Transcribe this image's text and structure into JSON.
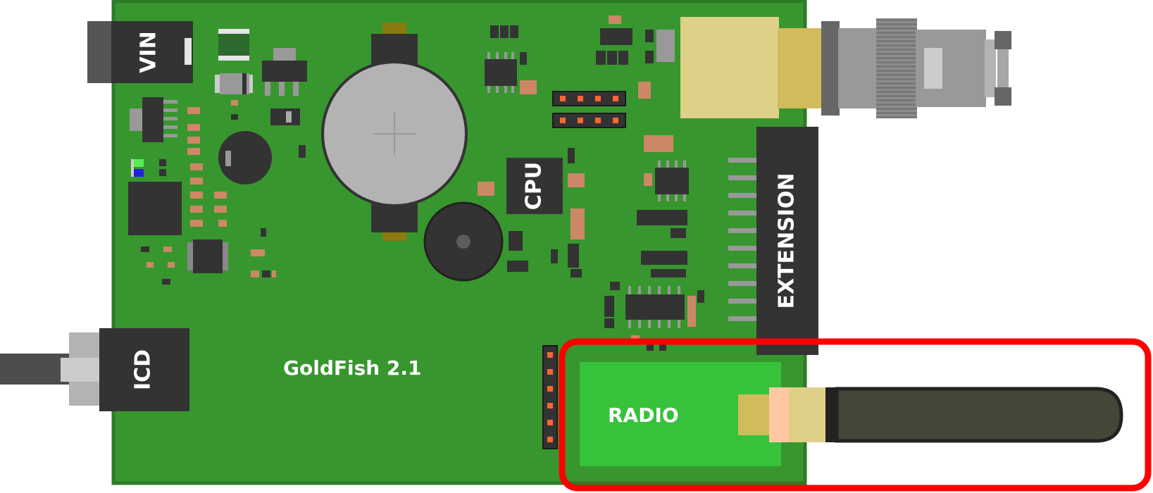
{
  "board": {
    "name": "GoldFish 2.1",
    "pcb_color": "#38962f",
    "pcb_edge_color": "#2d7b27"
  },
  "connectors": {
    "vin_label": "VIN",
    "icd_label": "ICD",
    "extension_label": "EXTENSION"
  },
  "chips": {
    "cpu_label": "CPU"
  },
  "radio": {
    "label": "RADIO",
    "module_color": "#36c23a",
    "highlight_color": "#ff0000",
    "antenna_color": "#454538"
  }
}
